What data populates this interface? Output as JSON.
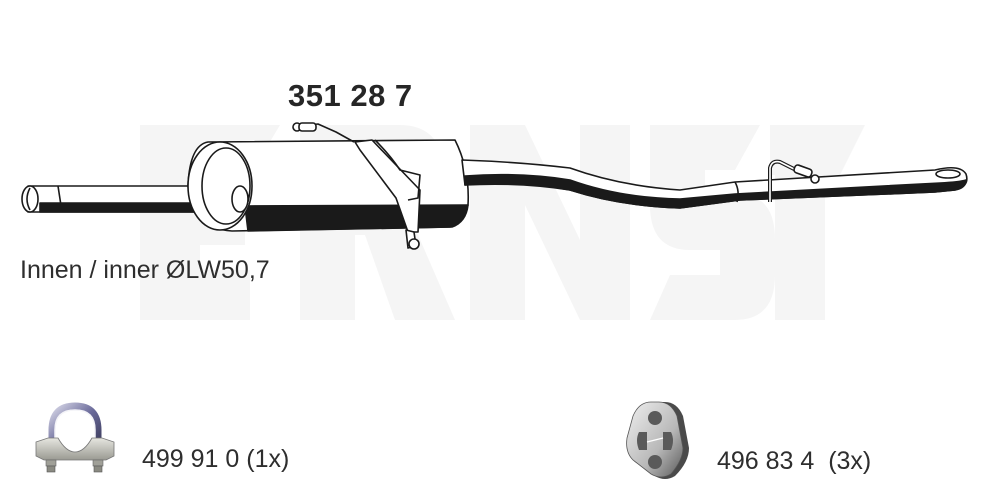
{
  "product": {
    "part_number": "351 28 7",
    "type": "rear silencer with tail pipe",
    "inner_diameter_label": "Innen / inner ØLW50,7"
  },
  "watermark": {
    "text": "ERNST",
    "color": "#f4f4f4"
  },
  "accessories": [
    {
      "name": "clamp",
      "icon": "u-bolt-clamp-icon",
      "label": "499 91 0 (1x)",
      "part_number": "499 91 0",
      "quantity": "1x"
    },
    {
      "name": "rubber-hanger",
      "icon": "rubber-mount-icon",
      "label": "496 83 4  (3x)",
      "part_number": "496 83 4",
      "quantity": "3x"
    }
  ],
  "colors": {
    "line": "#1a1a1a",
    "text": "#2e2e2e",
    "background": "#ffffff"
  }
}
